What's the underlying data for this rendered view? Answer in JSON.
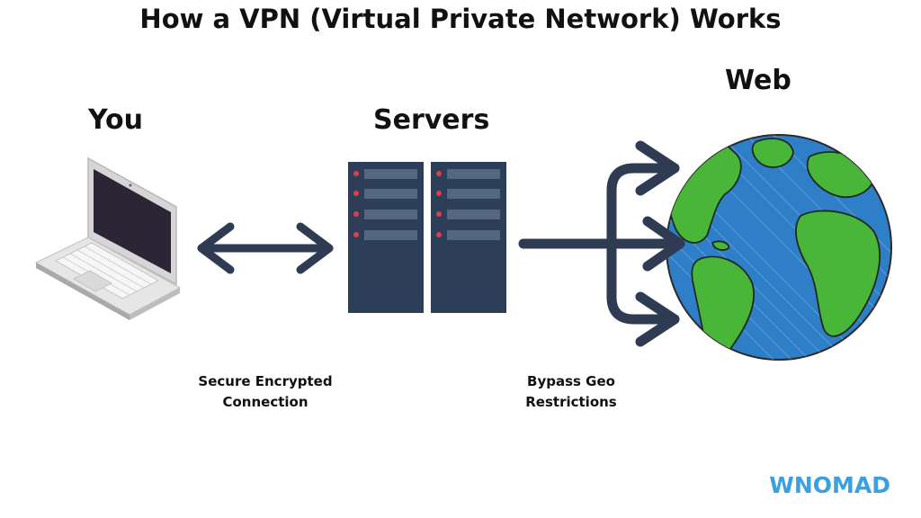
{
  "title": "How a VPN (Virtual Private Network) Works",
  "nodes": {
    "you": "You",
    "servers": "Servers",
    "web": "Web"
  },
  "captions": {
    "secure_line1": "Secure Encrypted",
    "secure_line2": "Connection",
    "bypass_line1": "Bypass Geo",
    "bypass_line2": "Restrictions"
  },
  "logo": "WNOMAD",
  "colors": {
    "server": "#2c3e58",
    "arrow": "#2e3b52",
    "ocean": "#2f7fc8",
    "land": "#49b63a",
    "logo": "#3aa0e2"
  },
  "icons": [
    "laptop-icon",
    "server-rack-icon",
    "globe-icon",
    "double-arrow-icon",
    "split-arrow-icon"
  ]
}
